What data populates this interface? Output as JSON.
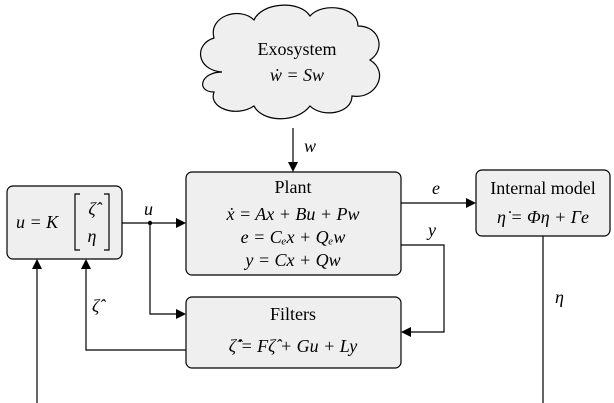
{
  "exosystem": {
    "title": "Exosystem",
    "equation": "ẇ = Sw"
  },
  "controller": {
    "equation_lhs": "u = K",
    "vector_top": "ζ̂",
    "vector_bottom": "η"
  },
  "plant": {
    "title": "Plant",
    "eq1": "ẋ = Ax + Bu + Pw",
    "eq2": "e = Cₑx + Qₑw",
    "eq3": "y = Cx + Qw"
  },
  "filters": {
    "title": "Filters",
    "equation": "ζ̂̇ = Fζ̂ + Gu + Ly"
  },
  "internal_model": {
    "title": "Internal model",
    "equation": "η̇ = Φη + Γe"
  },
  "signals": {
    "w": "w",
    "u": "u",
    "e": "e",
    "y": "y",
    "zeta_hat": "ζ̂",
    "eta": "η"
  }
}
